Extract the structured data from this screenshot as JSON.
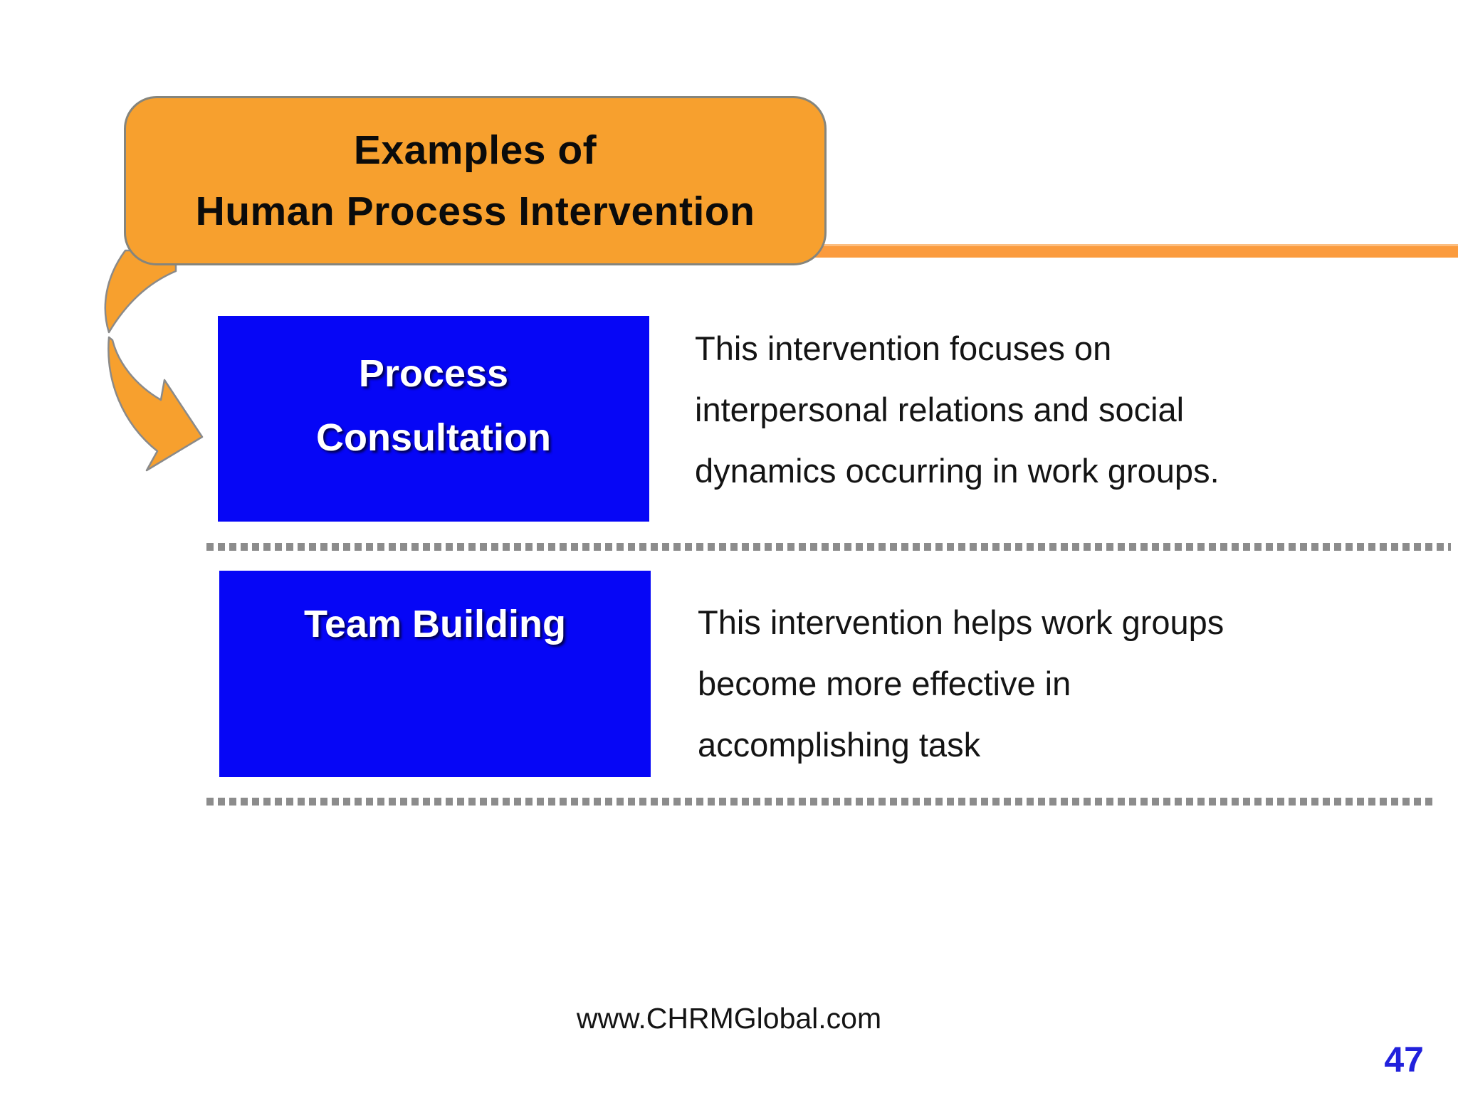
{
  "slide": {
    "title_banner": {
      "line1": "Examples of",
      "line2": "Human Process Intervention"
    },
    "interventions": [
      {
        "label": "Process\nConsultation",
        "description": "This intervention focuses on\ninterpersonal relations and social\ndynamics occurring in work groups."
      },
      {
        "label": "Team Building",
        "description": "This intervention helps work groups\nbecome more effective in\naccomplishing task"
      }
    ],
    "footer": {
      "website": "www.CHRMGlobal.com",
      "page_number": "47"
    },
    "icons": {
      "connector": "curved-down-arrow"
    },
    "colors": {
      "banner_fill": "#F7A02E",
      "banner_border": "#85857D",
      "accent_bar": "#FB9B3D",
      "label_box_fill": "#0606F6",
      "label_text": "#FFFFFF",
      "divider_dot": "#8C8C8C",
      "body_text": "#141414",
      "page_number": "#2121DC"
    }
  }
}
